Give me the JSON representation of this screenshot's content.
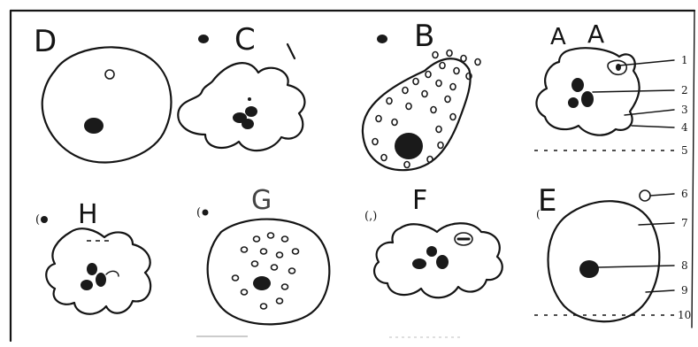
{
  "letters": {
    "A": "A",
    "B": "B",
    "C": "C",
    "D": "D",
    "E": "E",
    "F": "F",
    "G": "G",
    "H": "H"
  },
  "callouts_top": [
    "1",
    "2",
    "3",
    "4",
    "5"
  ],
  "callouts_bottom": [
    "6",
    "7",
    "8",
    "9",
    "10"
  ]
}
